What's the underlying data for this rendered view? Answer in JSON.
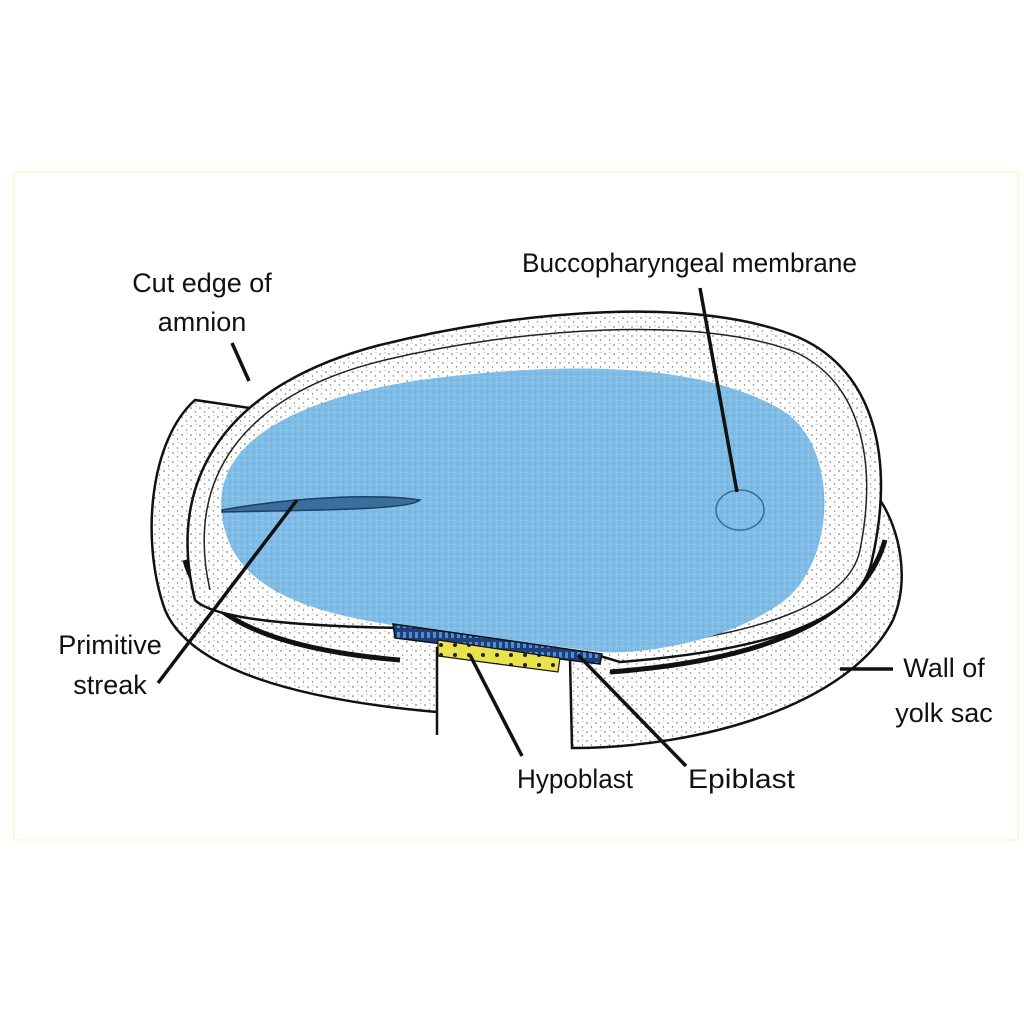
{
  "figure": {
    "labels": {
      "cut_edge_line1": "Cut edge of",
      "cut_edge_line2": "amnion",
      "buccopharyngeal": "Buccopharyngeal membrane",
      "primitive_line1": "Primitive",
      "primitive_line2": "streak",
      "wall_line1": "Wall of",
      "wall_line2": "yolk sac",
      "hypoblast": "Hypoblast",
      "epiblast": "Epiblast"
    },
    "colors": {
      "embryonic_disc": "#7dbbe6",
      "epiblast": "#2c5f9e",
      "hypoblast": "#e8e04a",
      "stipple": "#555555"
    }
  }
}
